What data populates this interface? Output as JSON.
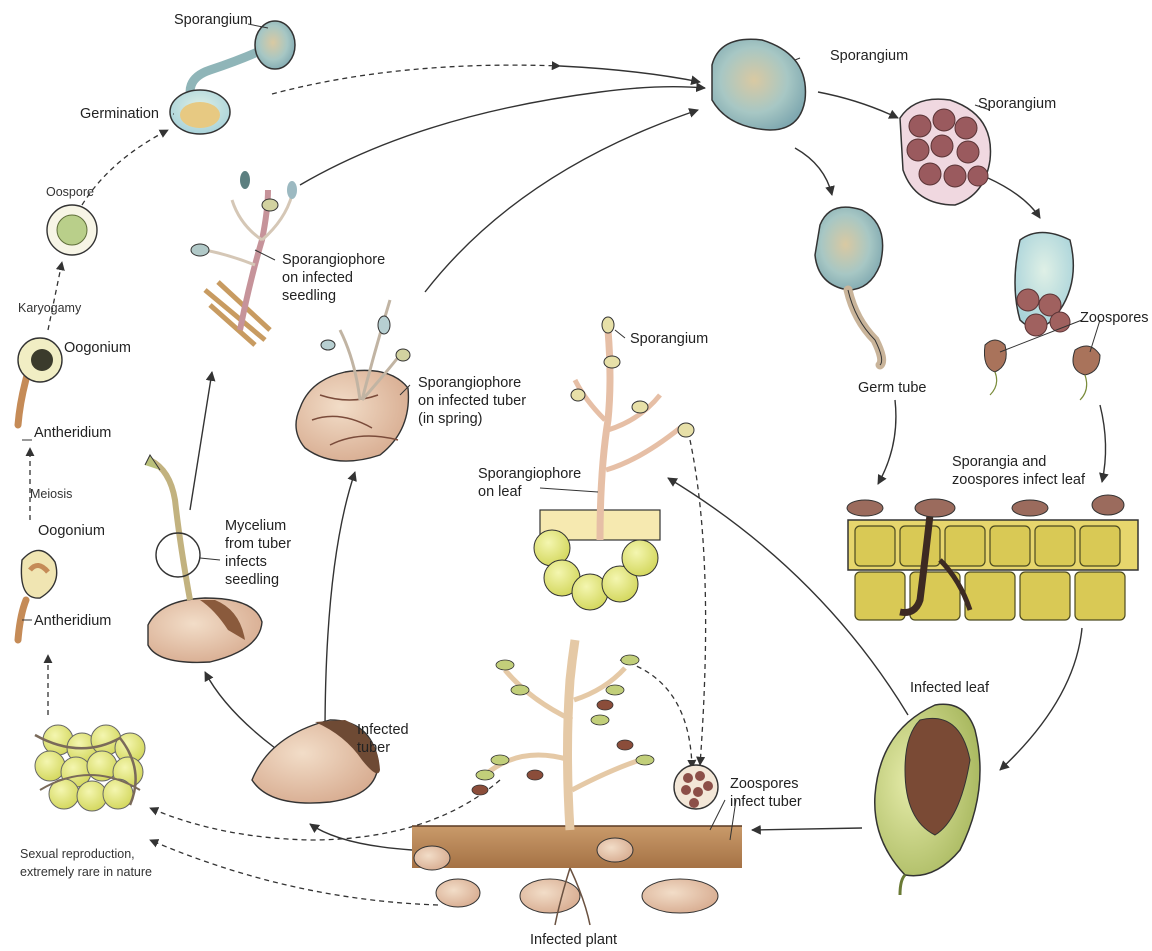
{
  "labels": {
    "sporangium_top_left": "Sporangium",
    "germination": "Germination",
    "oospore": "Oospore",
    "karyogamy": "Karyogamy",
    "oogonium_1": "Oogonium",
    "antheridium_1": "Antheridium",
    "meiosis": "Meiosis",
    "oogonium_2": "Oogonium",
    "antheridium_2": "Antheridium",
    "sexual_reproduction_1": "Sexual reproduction,",
    "sexual_reproduction_2": "extremely rare in nature",
    "sporangiophore_seedling_1": "Sporangiophore",
    "sporangiophore_seedling_2": "on infected",
    "sporangiophore_seedling_3": "seedling",
    "mycelium_1": "Mycelium",
    "mycelium_2": "from tuber",
    "mycelium_3": "infects",
    "mycelium_4": "seedling",
    "sporangiophore_tuber_1": "Sporangiophore",
    "sporangiophore_tuber_2": "on infected  tuber",
    "sporangiophore_tuber_3": "(in spring)",
    "infected_tuber_1": "Infected",
    "infected_tuber_2": "tuber",
    "sporangium_center": "Sporangium",
    "sporangiophore_leaf_1": "Sporangiophore",
    "sporangiophore_leaf_2": "on leaf",
    "sporangium_top_right": "Sporangium",
    "sporangium_right": "Sporangium",
    "zoospores": "Zoospores",
    "germ_tube": "Germ tube",
    "sporangia_infect_1": "Sporangia and",
    "sporangia_infect_2": "zoospores infect leaf",
    "infected_leaf": "Infected leaf",
    "zoospores_tuber_1": "Zoospores",
    "zoospores_tuber_2": "infect tuber",
    "infected_plant": "Infected plant"
  }
}
